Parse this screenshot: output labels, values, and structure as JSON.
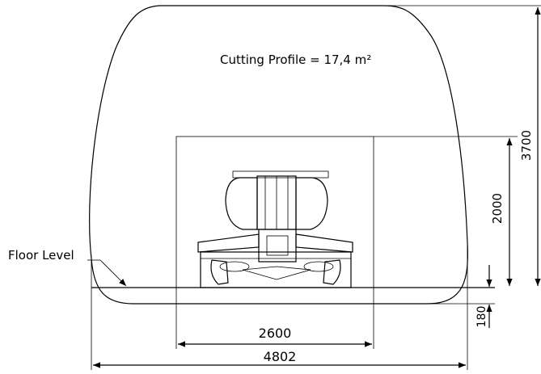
{
  "title": "Cutting Profile = 17,4 m²",
  "labels": {
    "floor_level": "Floor Level"
  },
  "dimensions": {
    "total_height": "3700",
    "machine_height": "2000",
    "floor_offset": "180",
    "machine_width": "2600",
    "total_width": "4802"
  },
  "colors": {
    "line": "#000000",
    "machine_fill": "#dddddd",
    "background": "#ffffff"
  }
}
